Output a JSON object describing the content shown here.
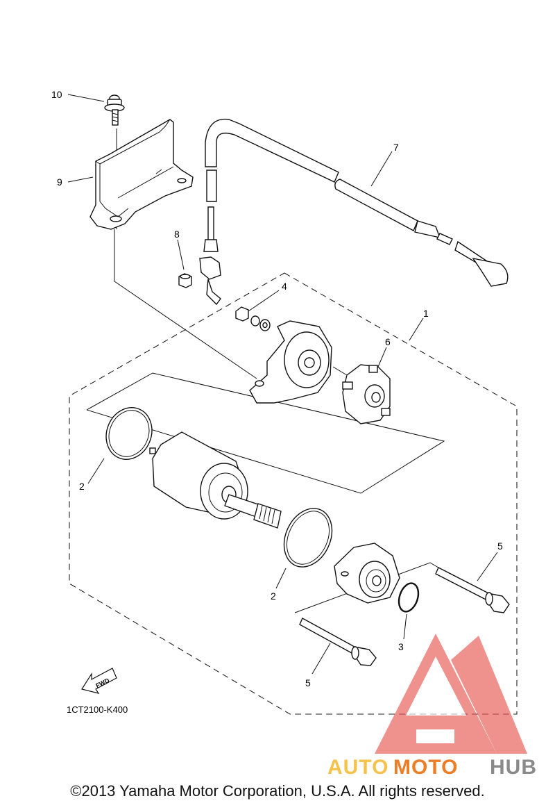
{
  "callouts": {
    "p1": "1",
    "p2a": "2",
    "p2b": "2",
    "p3": "3",
    "p4": "4",
    "p5a": "5",
    "p5b": "5",
    "p6": "6",
    "p7": "7",
    "p8": "8",
    "p9": "9",
    "p10": "10"
  },
  "fwd_label": "FWD",
  "diagram_code": "1CT2100-K400",
  "watermark": {
    "brand_part1": "AUTO",
    "brand_part2": "MOTO",
    "brand_part3": "HUB",
    "color_light": "#f6c24a",
    "color_orange": "#ee7d26",
    "color_gray": "#8a8a8a",
    "logo_color": "#e8574f"
  },
  "copyright": "©2013 Yamaha Motor Corporation, U.S.A. All rights reserved."
}
